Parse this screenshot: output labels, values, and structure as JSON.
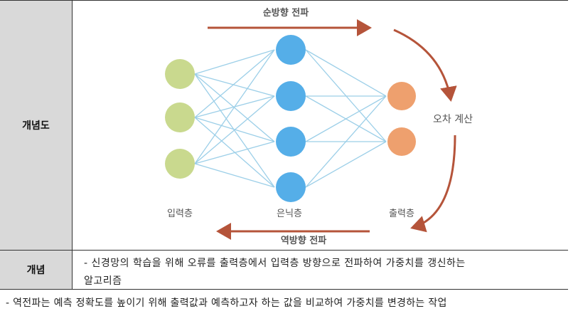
{
  "rows": {
    "diagram_header": "개념도",
    "concept_header": "개념",
    "concept_text_line1": "- 신경망의 학습을 위해 오류를 출력층에서 입력층 방향으로 전파하여 가중치를 갱신하는",
    "concept_text_line2": "알고리즘"
  },
  "diagram": {
    "forward_label": "순방향 전파",
    "backward_label": "역방향 전파",
    "error_label": "오차 계산",
    "layers": {
      "input": "입력층",
      "hidden": "은닉층",
      "output": "출력층"
    }
  },
  "footer_note": "- 역전파는 예측 정확도를 높이기 위해 출력값과 예측하고자 하는 값을 비교하여 가중치를 변경하는 작업",
  "colors": {
    "input_node": "#c9d98e",
    "hidden_node": "#55aee8",
    "output_node": "#eea06e",
    "arrow": "#b5543a",
    "edge": "#9ccfe8",
    "header_bg": "#d9d9d9"
  }
}
